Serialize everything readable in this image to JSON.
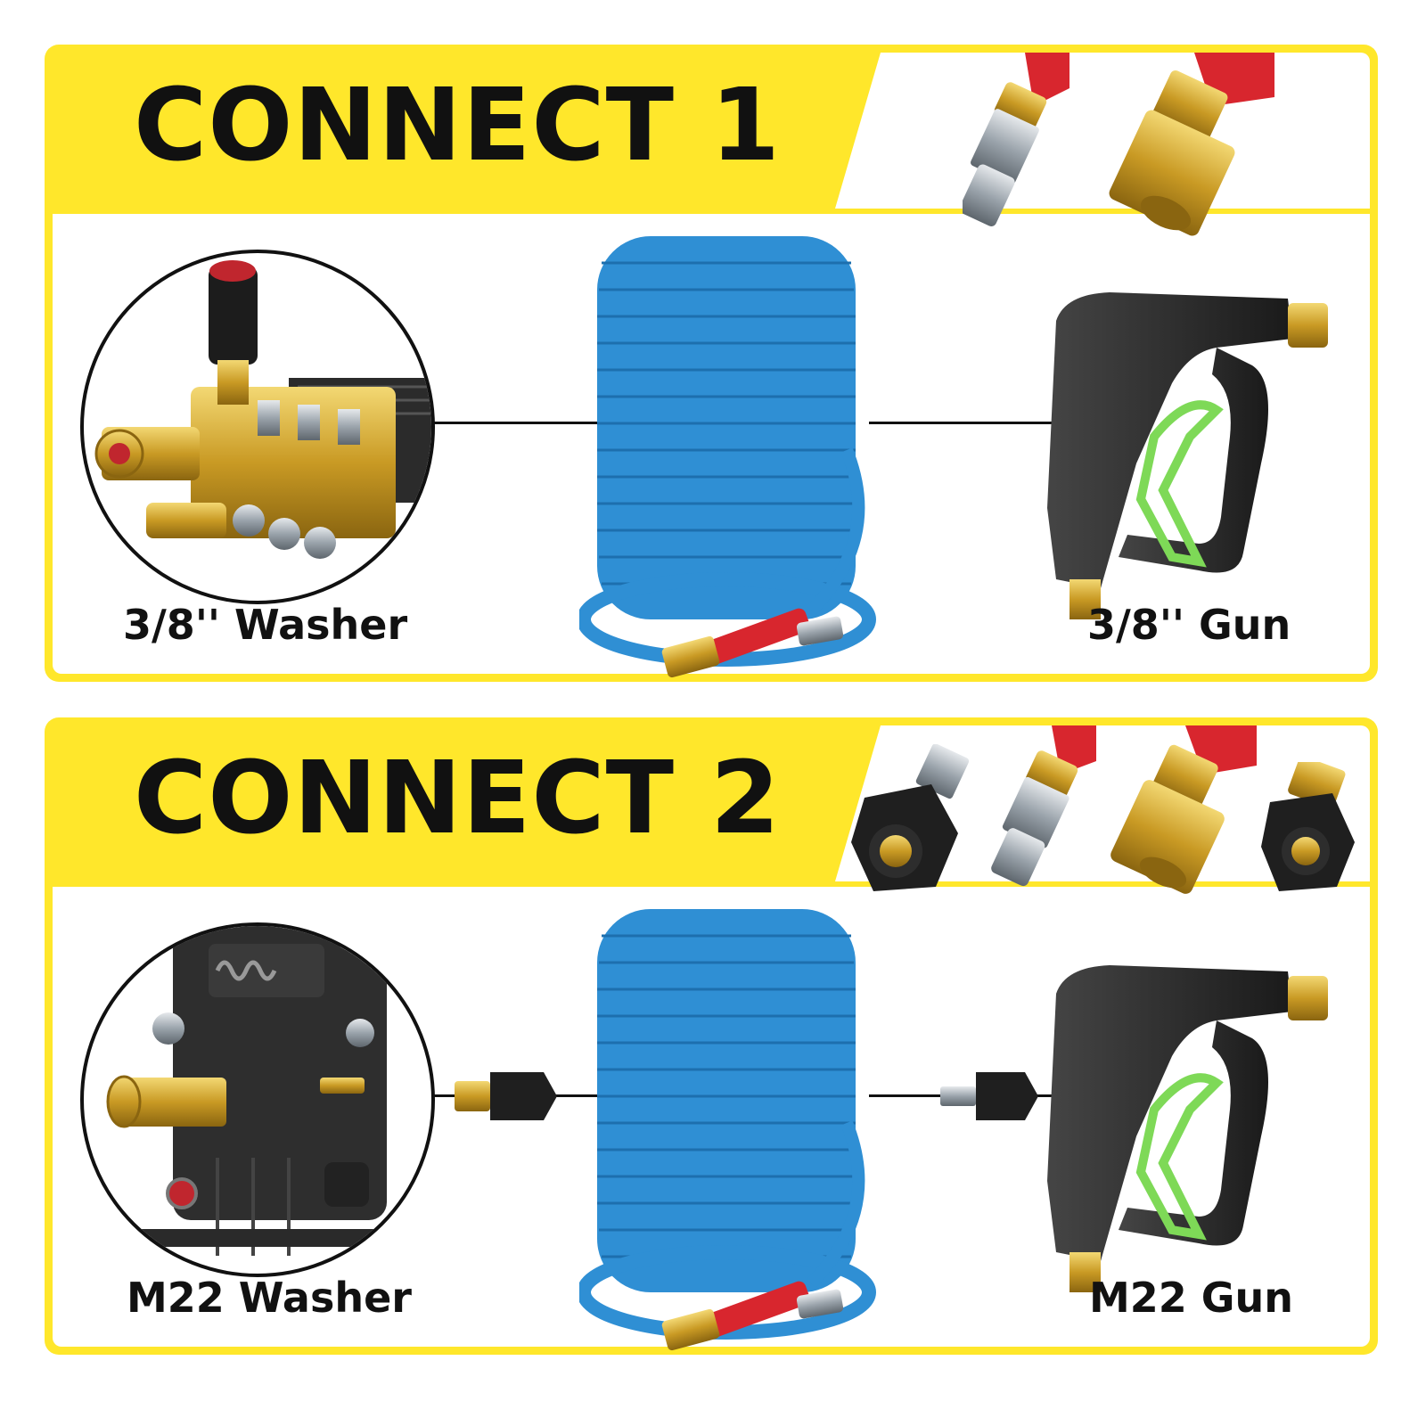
{
  "colors": {
    "accent_yellow": "#ffe72b",
    "text_dark": "#111111",
    "hose_blue": "#2f8fd4",
    "brass": "#d8b43c",
    "red_sleeve": "#d8262e",
    "trigger_green": "#7ed957",
    "gun_black": "#2b2b2b"
  },
  "icons": [
    "pump-icon",
    "hose-reel-icon",
    "spray-gun-icon",
    "quick-connect-icon",
    "m22-adapter-icon"
  ],
  "connect1": {
    "title": "CONNECT 1",
    "left_label": "3/8'' Washer",
    "right_label": "3/8'' Gun"
  },
  "connect2": {
    "title": "CONNECT 2",
    "left_label": "M22 Washer",
    "right_label": "M22 Gun"
  }
}
